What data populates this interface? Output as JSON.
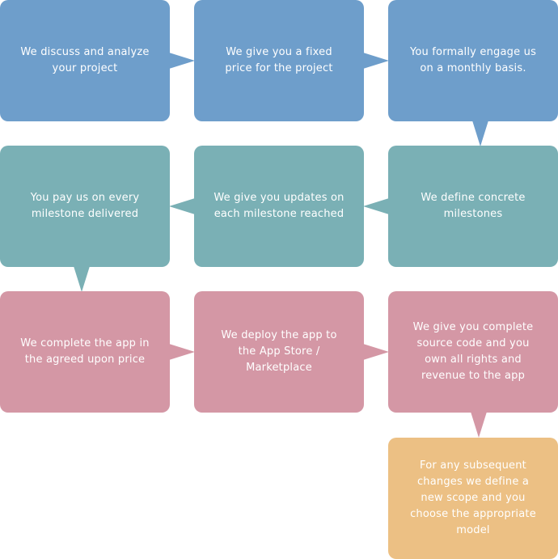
{
  "steps": [
    {
      "text": "We discuss and analyze your project",
      "color": "#6e9ecb"
    },
    {
      "text": "We give you a fixed price for the project",
      "color": "#6e9ecb"
    },
    {
      "text": "You formally engage us on a monthly basis.",
      "color": "#6e9ecb"
    },
    {
      "text": "We define concrete milestones",
      "color": "#7ab0b5"
    },
    {
      "text": "We give you updates on each milestone reached",
      "color": "#7ab0b5"
    },
    {
      "text": "You pay us on every milestone delivered",
      "color": "#7ab0b5"
    },
    {
      "text": "We complete the app in the agreed upon price",
      "color": "#d497a5"
    },
    {
      "text": "We deploy the app to the App Store / Marketplace",
      "color": "#d497a5"
    },
    {
      "text": "We give you complete source code and you own all rights and revenue to the app",
      "color": "#d497a5"
    },
    {
      "text": "For any subsequent changes we define a new scope and you choose the appropriate model",
      "color": "#ecc084"
    }
  ]
}
